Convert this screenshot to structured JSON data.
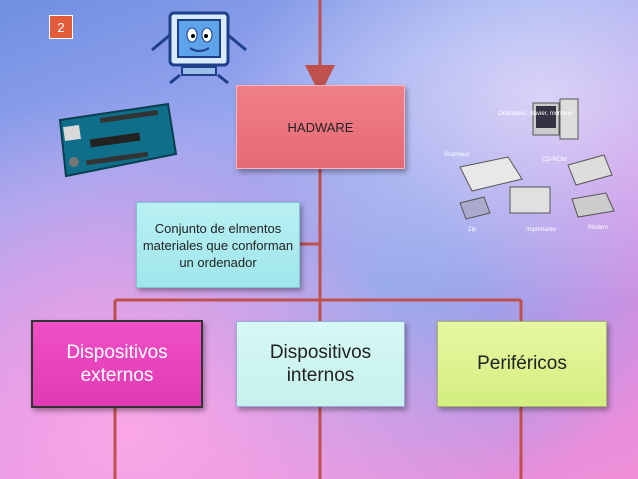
{
  "slide_number": "2",
  "root": {
    "label": "HADWARE"
  },
  "description": {
    "label": "Conjunto de elmentos materiales  que conforman un ordenador"
  },
  "children": [
    {
      "label": "Dispositivos externos"
    },
    {
      "label": "Dispositivos internos"
    },
    {
      "label": "Periféricos"
    }
  ],
  "peripherals_image": {
    "labels": [
      "Ordinateur, clavier, moniteur",
      "Scanneur",
      "CD-ROM",
      "Zip",
      "Imprimante",
      "Modem"
    ]
  },
  "colors": {
    "connector": "#c0504d",
    "root_fill": "#e66a76",
    "external_fill": "#e03bb4",
    "internal_fill": "#c6f1ec",
    "peripherals_fill": "#d4ee80",
    "description_fill": "#9fe6ea"
  }
}
